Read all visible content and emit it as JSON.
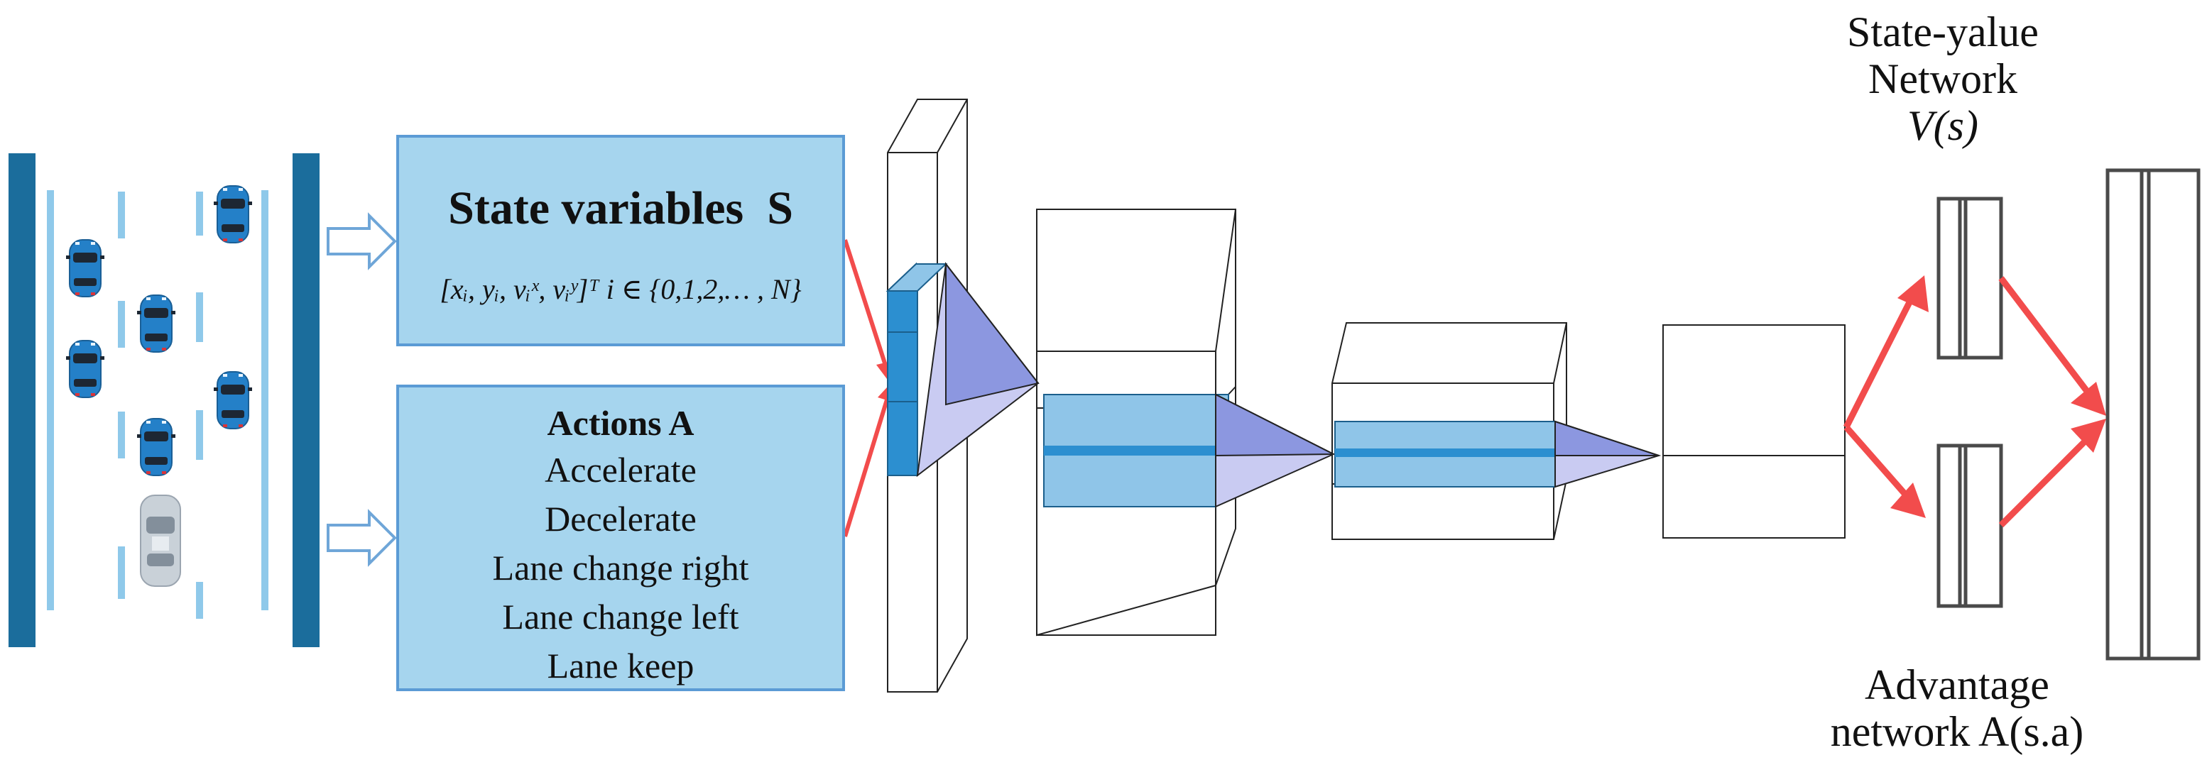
{
  "state_panel": {
    "title": "State variables  S",
    "formula": "[xᵢ, yᵢ, vᵢˣ, vᵢʸ]ᵀ  i ∈ {0,1,2,… , N}"
  },
  "actions_panel": {
    "title": "Actions A",
    "items": [
      "Accelerate",
      "Decelerate",
      "Lane change right",
      "Lane change left",
      "Lane keep"
    ]
  },
  "state_value_label": {
    "line1": "State-yalue",
    "line2": "Network",
    "line3": "V(s)"
  },
  "advantage_label": {
    "line1": "Advantage",
    "line2": "network A(s.a)"
  },
  "colors": {
    "road_dark": "#1b6d9c",
    "road_light": "#8fc9ea",
    "panel_fill": "#a6d5ee",
    "panel_border": "#5b9bd5",
    "arrow_red": "#f24c4c",
    "tensor_blue": "#2c8fd0",
    "tensor_light": "#8fc5e8",
    "pyramid": "#8c97e0",
    "car_body": "#2480c8"
  }
}
